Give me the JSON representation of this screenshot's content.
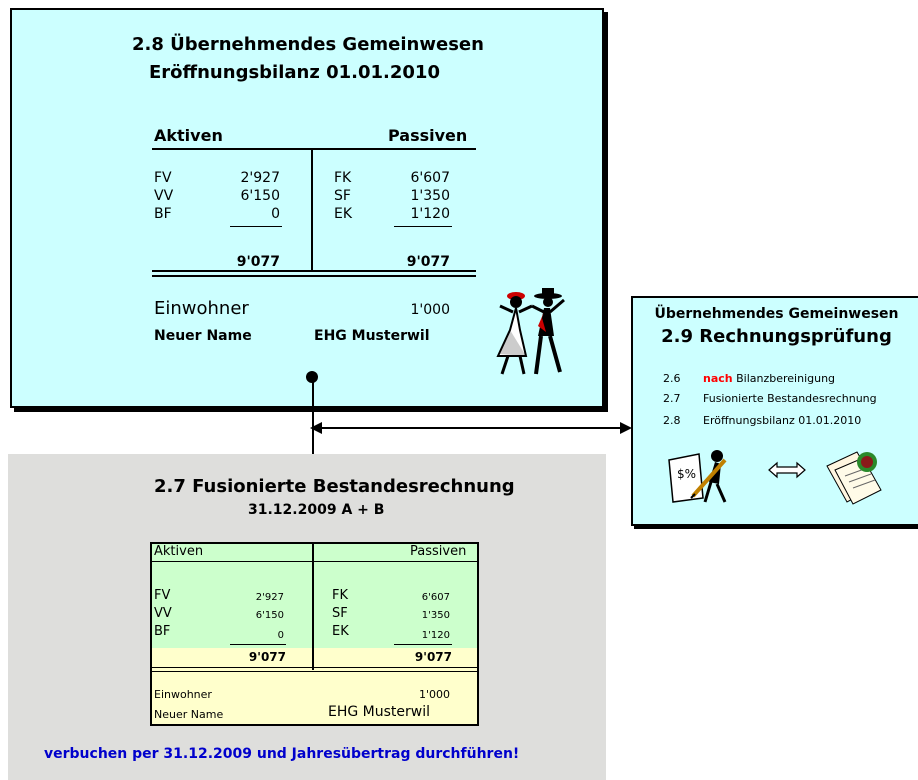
{
  "box28": {
    "title_line1": "2.8  Übernehmendes Gemeinwesen",
    "title_line2": "Eröffnungsbilanz 01.01.2010",
    "header_left": "Aktiven",
    "header_right": "Passiven",
    "left_rows": [
      {
        "label": "FV",
        "value": "2'927"
      },
      {
        "label": "VV",
        "value": "6'150"
      },
      {
        "label": "BF",
        "value": "0"
      }
    ],
    "right_rows": [
      {
        "label": "FK",
        "value": "6'607"
      },
      {
        "label": "SF",
        "value": "1'350"
      },
      {
        "label": "EK",
        "value": "1'120"
      }
    ],
    "total_left": "9'077",
    "total_right": "9'077",
    "einwohner_label": "Einwohner",
    "einwohner_value": "1'000",
    "neuer_name_label": "Neuer Name",
    "neuer_name_value": "EHG Musterwil"
  },
  "box29": {
    "title_line1": "Übernehmendes Gemeinwesen",
    "title_line2": "2.9 Rechnungsprüfung",
    "items": [
      {
        "num": "2.6",
        "highlight": "nach",
        "text": " Bilanzbereinigung"
      },
      {
        "num": "2.7",
        "highlight": "",
        "text": "Fusionierte Bestandesrechnung"
      },
      {
        "num": "2.8",
        "highlight": "",
        "text": "Eröffnungsbilanz 01.01.2010"
      }
    ]
  },
  "box27": {
    "title_line1": "2.7 Fusionierte Bestandesrechnung",
    "title_line2": "31.12.2009 A + B",
    "header_left": "Aktiven",
    "header_right": "Passiven",
    "left_rows": [
      {
        "label": "FV",
        "value": "2'927"
      },
      {
        "label": "VV",
        "value": "6'150"
      },
      {
        "label": "BF",
        "value": "0"
      }
    ],
    "right_rows": [
      {
        "label": "FK",
        "value": "6'607"
      },
      {
        "label": "SF",
        "value": "1'350"
      },
      {
        "label": "EK",
        "value": "1'120"
      }
    ],
    "total_left": "9'077",
    "total_right": "9'077",
    "einwohner_label": "Einwohner",
    "einwohner_value": "1'000",
    "neuer_name_label": "Neuer Name",
    "neuer_name_value": "EHG Musterwil",
    "footer": "verbuchen per 31.12.2009 und Jahresübertrag durchführen!"
  },
  "colors": {
    "cyan_box": "#ccffff",
    "grey_box": "#dededc",
    "green_cell": "#ccffcc",
    "yellow_cell": "#ffffcc",
    "highlight_red": "#ff0000",
    "footer_blue": "#0000cc"
  }
}
